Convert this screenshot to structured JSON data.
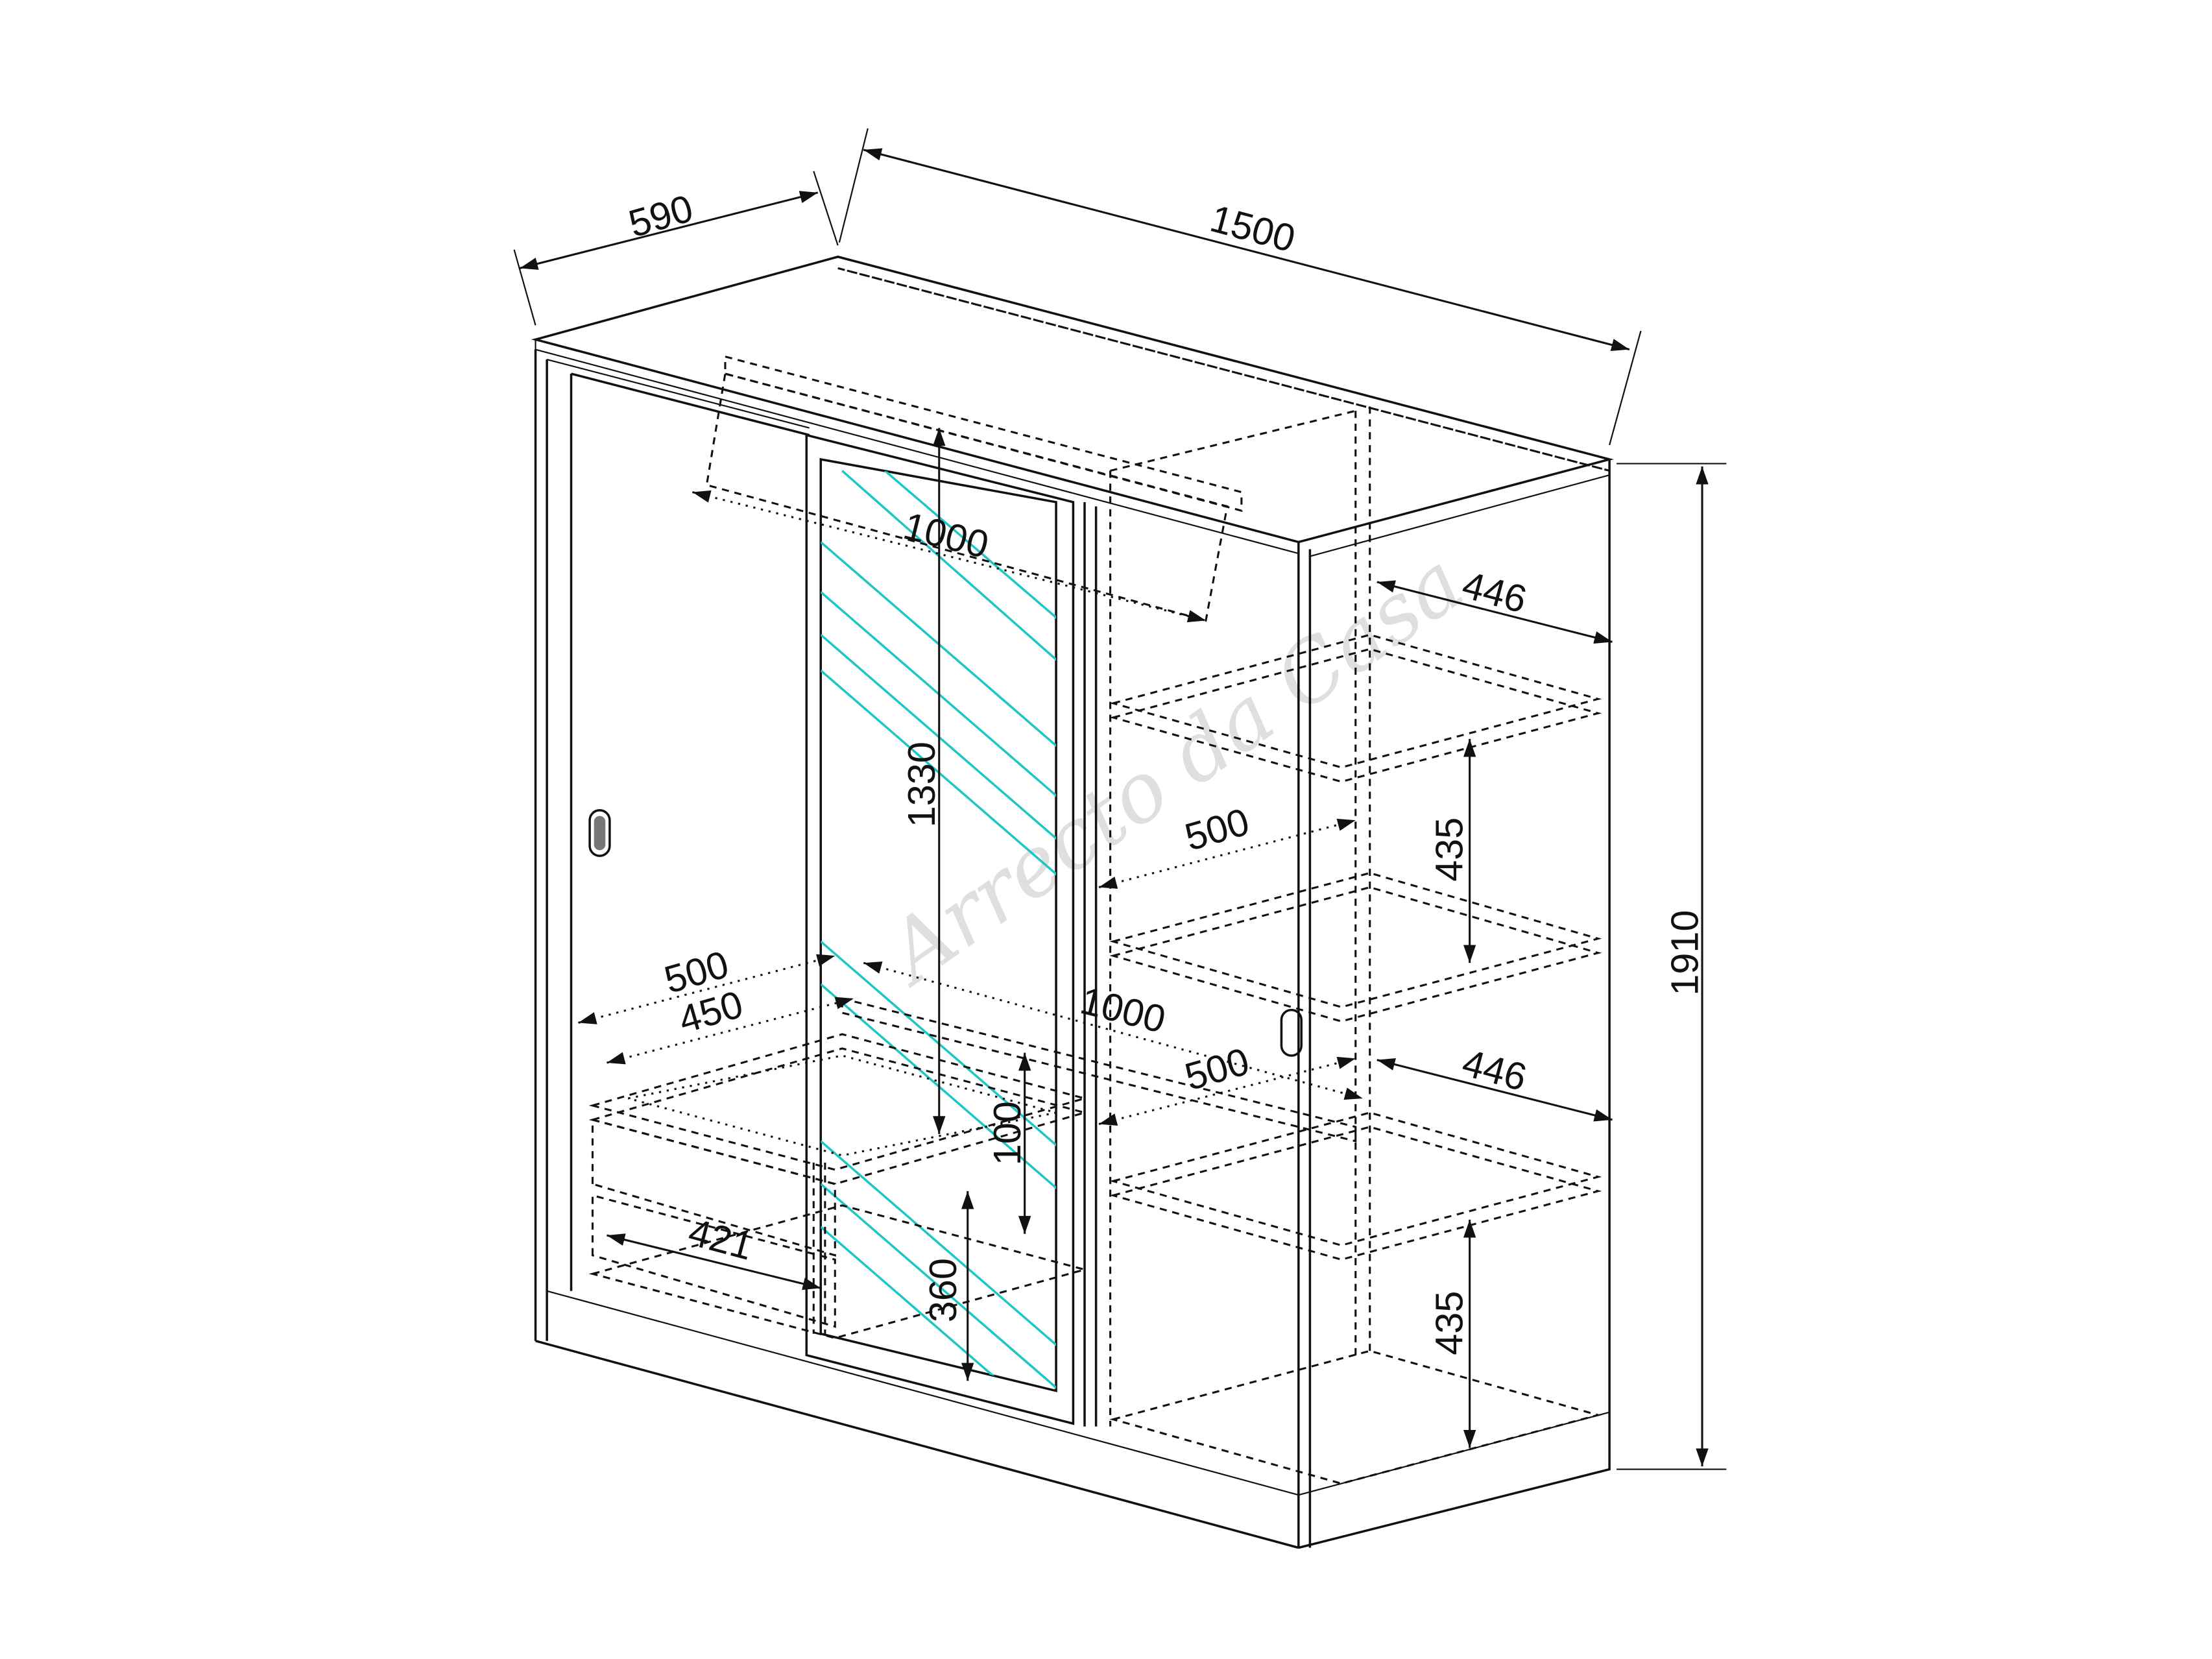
{
  "drawing": {
    "title": "Sliding door wardrobe dimensions",
    "watermark": "Arrecto da Casa",
    "colors": {
      "line": "#111111",
      "mirror": "#1ec6c6",
      "watermark": "#d8d8d8"
    }
  },
  "dims": {
    "depth": "590",
    "width": "1500",
    "height": "1910",
    "hanging_rail_top": "1000",
    "mirror_height": "1330",
    "shelf_depth_top": "446",
    "shelf_spacing_upper": "435",
    "shelf_width_upper": "500",
    "drawer_outer_width": "500",
    "drawer_inner_width": "450",
    "hanging_rail_bottom": "1000",
    "shelf_width_lower": "500",
    "shelf_depth_lower": "446",
    "drawer_gap": "100",
    "drawer_depth": "421",
    "drawer_height": "360",
    "shelf_spacing_lower": "435"
  }
}
